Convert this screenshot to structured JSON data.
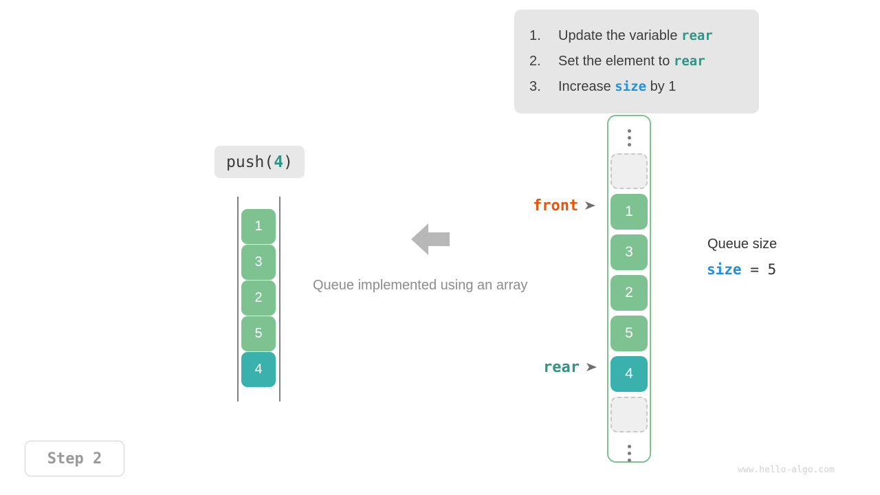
{
  "instructions": {
    "items": [
      {
        "num": "1.",
        "pre": "Update the variable ",
        "kw": "rear",
        "kw_color": "teal",
        "post": ""
      },
      {
        "num": "2.",
        "pre": "Set the element to ",
        "kw": "rear",
        "kw_color": "teal",
        "post": ""
      },
      {
        "num": "3.",
        "pre": "Increase ",
        "kw": "size",
        "kw_color": "blue",
        "post": " by 1"
      }
    ]
  },
  "operation": {
    "prefix": "push(",
    "argument": "4",
    "suffix": ")"
  },
  "array": {
    "cells": [
      {
        "value": "1",
        "color": "green"
      },
      {
        "value": "3",
        "color": "green"
      },
      {
        "value": "2",
        "color": "green"
      },
      {
        "value": "5",
        "color": "green"
      },
      {
        "value": "4",
        "color": "teal"
      }
    ]
  },
  "caption": "Queue implemented using an array",
  "queue": {
    "top_dots": "⋮",
    "bottom_dots": "⋮",
    "slots": [
      {
        "value": "",
        "kind": "empty"
      },
      {
        "value": "1",
        "kind": "green"
      },
      {
        "value": "3",
        "kind": "green"
      },
      {
        "value": "2",
        "kind": "green"
      },
      {
        "value": "5",
        "kind": "green"
      },
      {
        "value": "4",
        "kind": "teal"
      },
      {
        "value": "",
        "kind": "empty"
      }
    ]
  },
  "pointers": {
    "front": "front",
    "rear": "rear"
  },
  "size_panel": {
    "title": "Queue size",
    "var": "size",
    "equals": " = ",
    "value": "5"
  },
  "step_badge": "Step 2",
  "watermark": "www.hello-algo.com",
  "colors": {
    "green": "#7ec291",
    "teal": "#3bb1ae",
    "front_accent": "#e8540c",
    "rear_accent": "#2e9486",
    "size_accent": "#1f8fe0",
    "card_bg": "#e6e6e6",
    "arrow_gray": "#b8b8b8"
  }
}
